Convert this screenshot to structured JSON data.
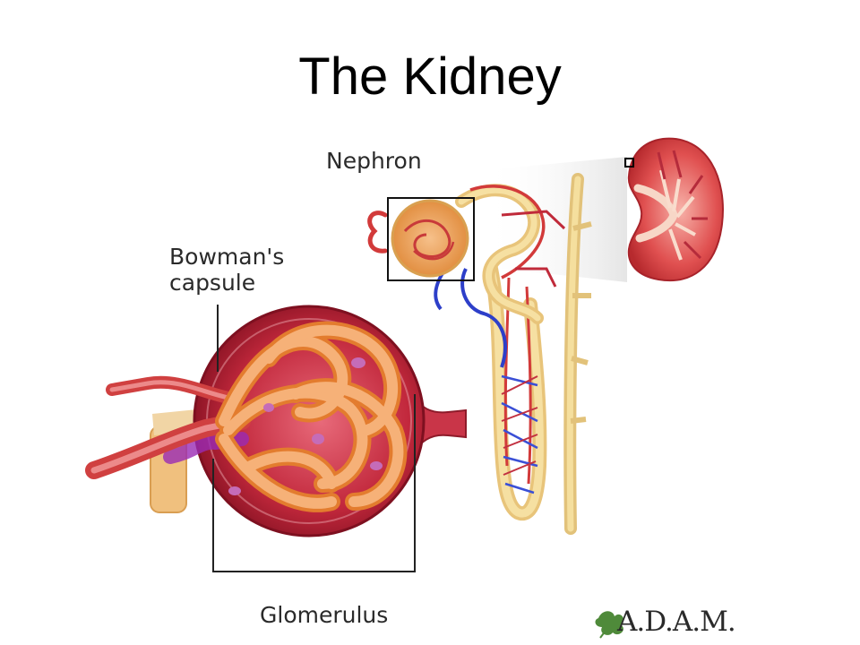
{
  "slide": {
    "title": "The Kidney"
  },
  "diagram": {
    "labels": {
      "nephron": "Nephron",
      "bowmans_capsule": "Bowman's capsule",
      "glomerulus": "Glomerulus"
    },
    "logo": {
      "text": "A.D.A.M."
    }
  },
  "colors": {
    "capsule_red": "#c0263a",
    "vessel_orange": "#f3a15c",
    "artery_red": "#d23a3a",
    "vein_blue": "#2d3fc9",
    "tubule_yellow": "#f2d78a",
    "kidney_pink": "#e45a5a",
    "logo_green": "#4f8a3a"
  }
}
